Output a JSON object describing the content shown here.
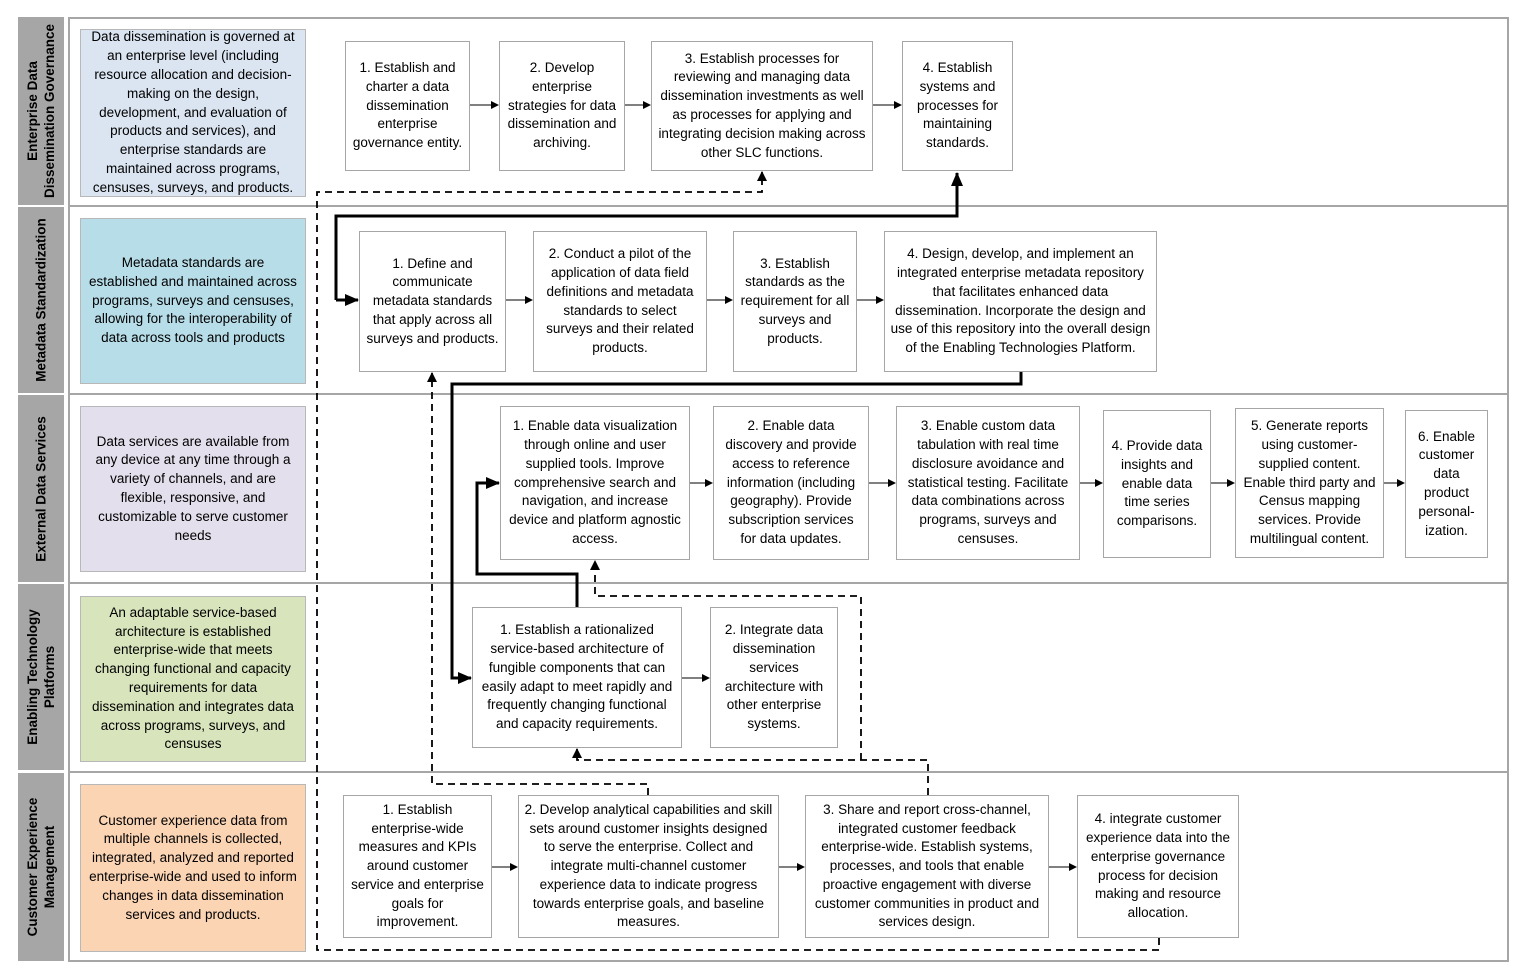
{
  "rows": [
    {
      "label": "Enterprise Data\nDissemination Governance",
      "summary": "Data dissemination is governed at an enterprise level (including resource allocation and decision-making on the design, development, and evaluation of products and services), and enterprise standards are maintained across programs, censuses, surveys, and products.",
      "color": "#dbe5f1",
      "steps": [
        "1. Establish and charter a data dissemination enterprise governance entity.",
        "2.  Develop enterprise strategies for data dissemination and archiving.",
        "3.  Establish processes for reviewing and managing data dissemination investments as well as processes for applying and integrating decision making across other SLC functions.",
        "4. Establish systems and processes for maintaining standards."
      ]
    },
    {
      "label": "Metadata Standardization",
      "summary": "Metadata standards are established and maintained across programs, surveys and censuses, allowing for the interoperability of data across tools and products",
      "color": "#b7dde8",
      "steps": [
        "1. Define and communicate metadata standards that apply across all surveys and products.",
        "2. Conduct a pilot of the application of data field definitions and metadata standards to select surveys and their related products.",
        "3. Establish standards as the requirement for all surveys and products.",
        "4. Design, develop, and implement an integrated enterprise metadata repository that facilitates enhanced data dissemination.  Incorporate the design and use of this repository into the overall design of the Enabling Technologies Platform."
      ]
    },
    {
      "label": "External Data Services",
      "summary": "Data services are available from any device at any time through a variety of channels, and are flexible, responsive, and customizable to serve customer needs",
      "color": "#e4dfec",
      "steps": [
        "1. Enable data visualization through online and user supplied tools. Improve comprehensive search and navigation, and increase device and platform agnostic access.",
        "2. Enable data discovery and provide access to reference information (including geography). Provide subscription services for data updates.",
        "3. Enable custom data tabulation with real time disclosure avoidance and statistical testing. Facilitate data combinations across programs, surveys and censuses.",
        "4. Provide data insights and enable data time series comparisons.",
        "5. Generate reports using customer-supplied content. Enable third party and Census mapping services. Provide multilingual content.",
        "6. Enable customer data product personal-ization."
      ]
    },
    {
      "label": "Enabling Technology\nPlatforms",
      "summary": "An adaptable service-based architecture is established enterprise-wide that meets changing functional and capacity requirements for data dissemination and integrates data across programs, surveys, and censuses",
      "color": "#d8e4bc",
      "steps": [
        "1. Establish a rationalized service-based architecture of fungible components that can easily adapt to meet rapidly and frequently changing functional and capacity requirements.",
        "2. Integrate data dissemination services architecture with other enterprise systems."
      ]
    },
    {
      "label": "Customer Experience\nManagement",
      "summary": "Customer experience data from multiple channels is collected, integrated, analyzed and reported enterprise-wide and used to inform changes in data dissemination services and products.",
      "color": "#fbd4b4",
      "steps": [
        "1.  Establish enterprise-wide measures and KPIs around customer service and enterprise goals for improvement.",
        "2. Develop analytical capabilities and skill sets around customer insights designed to serve the enterprise.  Collect and  integrate multi-channel customer experience data to indicate progress towards enterprise goals, and baseline measures.",
        "3.   Share and report cross-channel, integrated customer feedback enterprise-wide. Establish systems, processes, and tools that enable proactive engagement with diverse customer communities in product and services design.",
        "4. integrate customer experience data into the enterprise governance process for decision making and resource allocation."
      ]
    }
  ]
}
